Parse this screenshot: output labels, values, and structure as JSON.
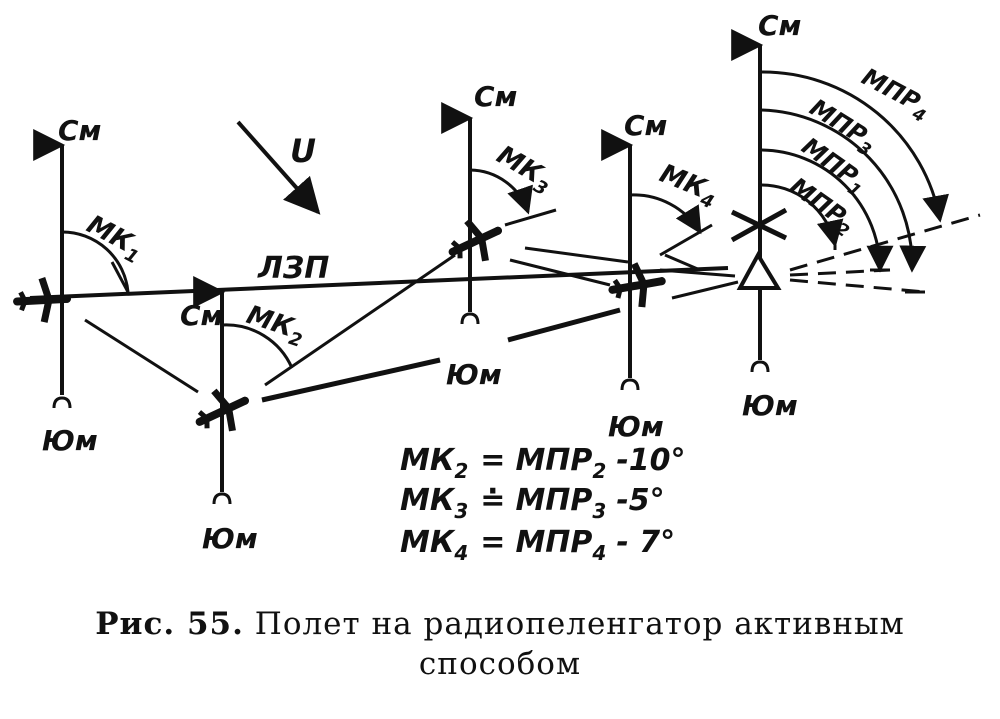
{
  "figure": {
    "north_label": "См",
    "south_label": "Юм",
    "wind_label": "U",
    "track_label": "ЛЗП",
    "headings": [
      {
        "main": "МК",
        "sub": "1"
      },
      {
        "main": "МК",
        "sub": "2"
      },
      {
        "main": "МК",
        "sub": "3"
      },
      {
        "main": "МК",
        "sub": "4"
      }
    ],
    "bearings": [
      {
        "main": "МПР",
        "sub": "1"
      },
      {
        "main": "МПР",
        "sub": "2"
      },
      {
        "main": "МПР",
        "sub": "3"
      },
      {
        "main": "МПР",
        "sub": "4"
      }
    ],
    "equations": [
      {
        "mk": "МК",
        "mk_sub": "2",
        "op": "=",
        "mpr": "МПР",
        "mpr_sub": "2",
        "corr": "-10°"
      },
      {
        "mk": "МК",
        "mk_sub": "3",
        "op": "≐",
        "mpr": "МПР",
        "mpr_sub": "3",
        "corr": "-5°"
      },
      {
        "mk": "МК",
        "mk_sub": "4",
        "op": "=",
        "mpr": "МПР",
        "mpr_sub": "4",
        "corr": "- 7°"
      }
    ]
  },
  "caption": {
    "prefix": "Рис. 55.",
    "line1": "Полет на радиопеленгатор активным",
    "line2": "способом"
  }
}
